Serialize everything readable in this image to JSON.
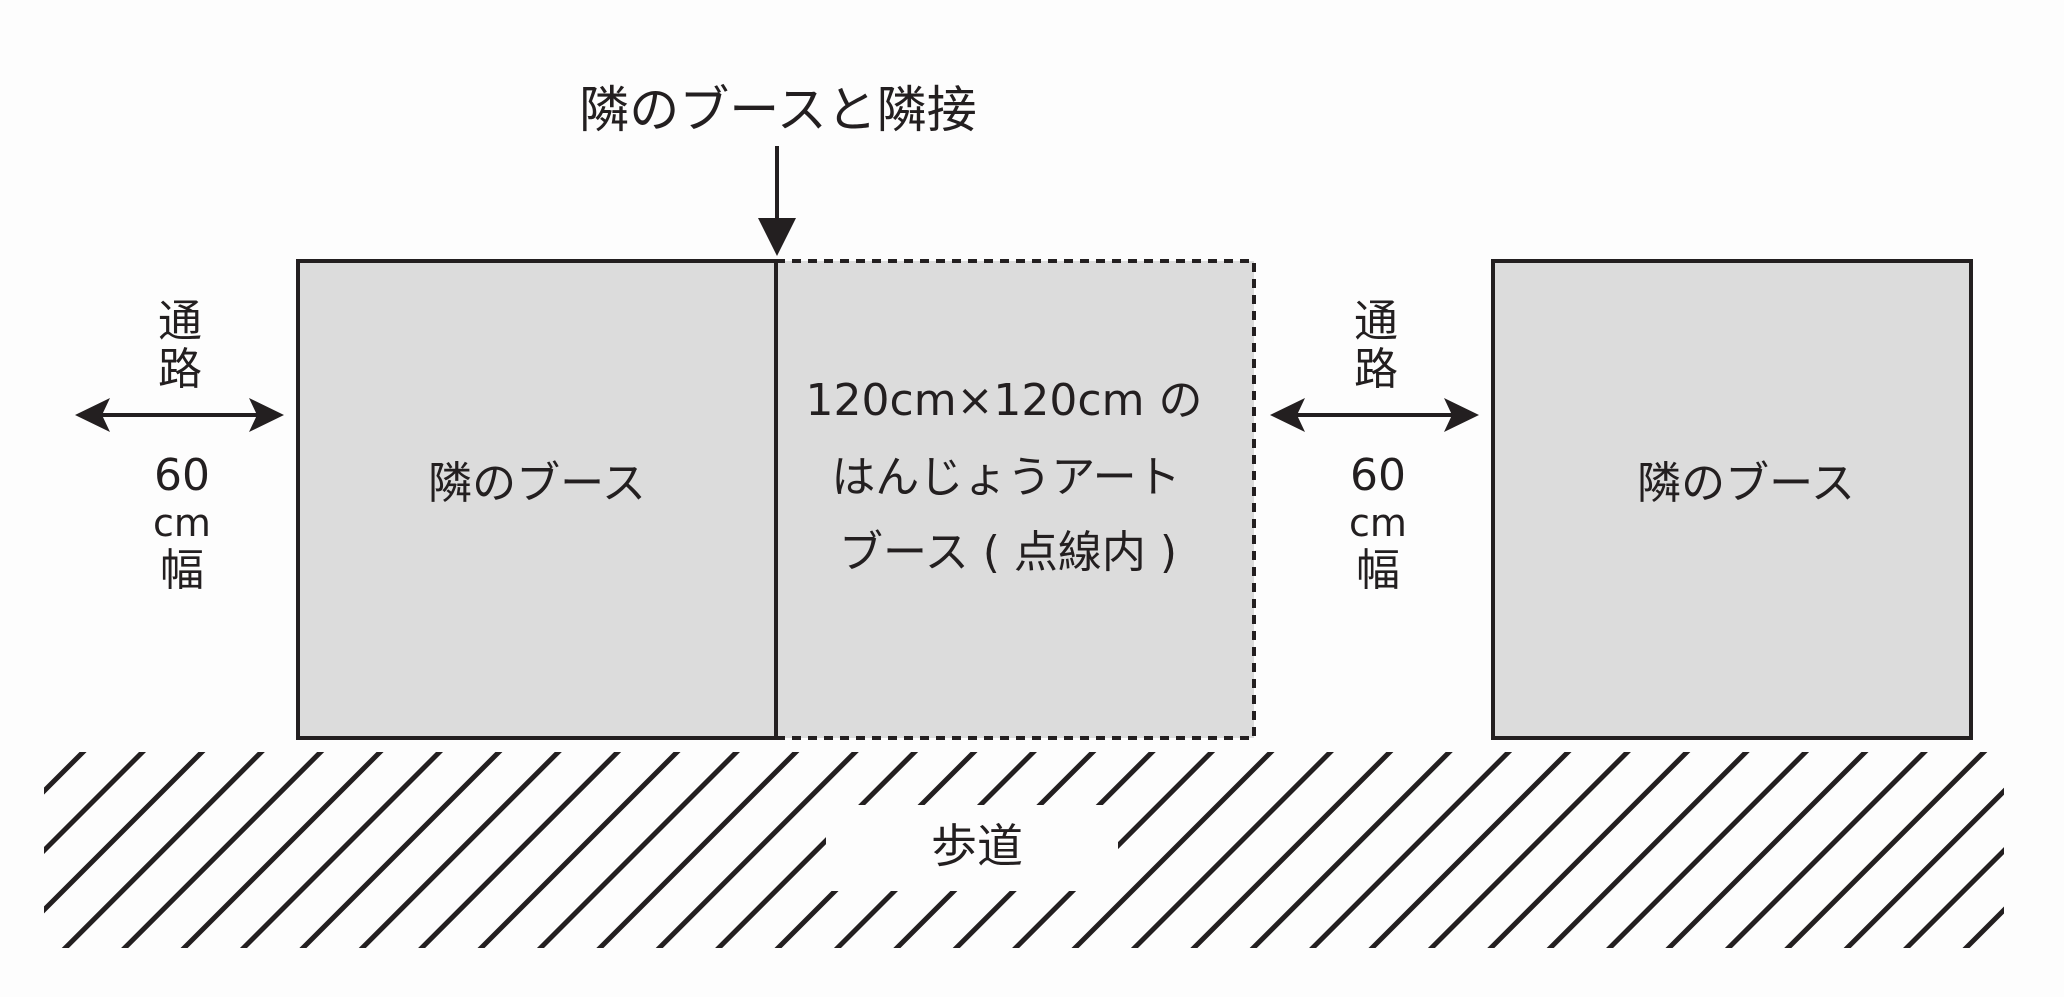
{
  "top_label": "隣のブースと隣接",
  "left_aisle": {
    "label_top": [
      "通",
      "路"
    ],
    "label_bottom": [
      "60",
      "cm",
      "幅"
    ]
  },
  "right_aisle": {
    "label_top": [
      "通",
      "路"
    ],
    "label_bottom": [
      "60",
      "cm",
      "幅"
    ]
  },
  "left_booth_label": "隣のブース",
  "center_booth_lines": [
    "120cm×120cm の",
    "はんじょうアート",
    "ブース ( 点線内 )"
  ],
  "right_booth_label": "隣のブース",
  "sidewalk_label": "歩道",
  "colors": {
    "booth_fill": "#dcdcdc",
    "stroke": "#231f20",
    "background": "#fdfdfd"
  }
}
